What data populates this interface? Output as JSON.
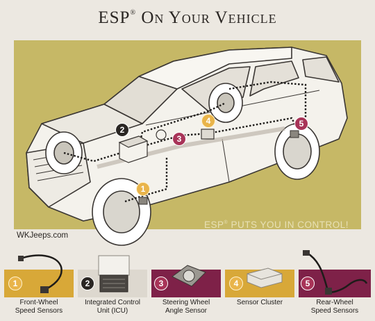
{
  "title": {
    "main": "ESP",
    "reg": "®",
    "rest": "On Your Vehicle"
  },
  "tagline": {
    "prefix": "ESP",
    "reg": "®",
    "rest": " PUTS YOU IN CONTROL!"
  },
  "watermark": "WKJeeps.com",
  "components": [
    {
      "number": "1",
      "line1": "Front-Wheel",
      "line2": "Speed Sensors"
    },
    {
      "number": "2",
      "line1": "Integrated Control",
      "line2": "Unit (ICU)"
    },
    {
      "number": "3",
      "line1": "Steering Wheel",
      "line2": "Angle Sensor"
    },
    {
      "number": "4",
      "line1": "Sensor Cluster",
      "line2": ""
    },
    {
      "number": "5",
      "line1": "Rear-Wheel",
      "line2": "Speed Sensors"
    }
  ],
  "colors": {
    "panel": "#c6b866",
    "gold": "#e9b44a",
    "maroon": "#7e2148",
    "dark": "#2a2623"
  }
}
